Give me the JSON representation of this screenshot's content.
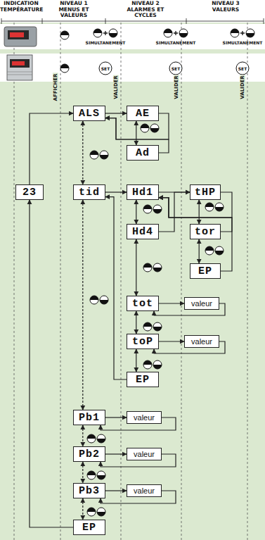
{
  "diagram": {
    "nodes": [
      {
        "text": [
          "23"
        ]
      },
      {
        "text": [
          "ALS"
        ]
      },
      {
        "text": [
          "AE"
        ]
      },
      {
        "text": [
          "Ad"
        ]
      },
      {
        "text": [
          "tid"
        ]
      },
      {
        "text": [
          "Hd1"
        ]
      },
      {
        "text": [
          "tHP"
        ]
      },
      {
        "text": [
          "tor"
        ]
      },
      {
        "text": [
          "EP"
        ]
      },
      {
        "text": [
          "Hd4"
        ]
      },
      {
        "text": [
          "tot"
        ]
      },
      {
        "text": [
          "valeur"
        ]
      },
      {
        "text": [
          "toP"
        ]
      },
      {
        "text": [
          "valeur"
        ]
      },
      {
        "text": [
          "EP"
        ]
      },
      {
        "text": [
          "Pb1"
        ]
      },
      {
        "text": [
          "valeur"
        ]
      },
      {
        "text": [
          "Pb2"
        ]
      },
      {
        "text": [
          "valeur"
        ]
      },
      {
        "text": [
          "Pb3"
        ]
      },
      {
        "text": [
          "valeur"
        ]
      },
      {
        "text": [
          "EP"
        ]
      }
    ],
    "edges": [
      {
        "from": 0,
        "to": 1,
        "arrow": "to"
      },
      {
        "from": 1,
        "to": 2,
        "arrow": "to"
      },
      {
        "from": 2,
        "to": 3,
        "arrow": "both"
      },
      {
        "from": 2,
        "to": 1,
        "arrow": "to"
      },
      {
        "from": 3,
        "to": 1,
        "arrow": "to"
      },
      {
        "from": 1,
        "to": 4,
        "arrow": "both"
      },
      {
        "from": 4,
        "to": 5,
        "arrow": "to"
      },
      {
        "from": 5,
        "to": 6,
        "arrow": "to"
      },
      {
        "from": 6,
        "to": 7,
        "arrow": "both"
      },
      {
        "from": 7,
        "to": 8,
        "arrow": "both"
      },
      {
        "from": 6,
        "to": 5,
        "arrow": "to"
      },
      {
        "from": 7,
        "to": 5,
        "arrow": "to"
      },
      {
        "from": 8,
        "to": 5,
        "arrow": "to"
      },
      {
        "from": 9,
        "to": 6,
        "arrow": "to"
      },
      {
        "from": 5,
        "to": 9,
        "arrow": "both"
      },
      {
        "from": 9,
        "to": 10,
        "arrow": "both"
      },
      {
        "from": 10,
        "to": 12,
        "arrow": "both"
      },
      {
        "from": 12,
        "to": 14,
        "arrow": "both"
      },
      {
        "from": 10,
        "to": 11,
        "arrow": "to"
      },
      {
        "from": 11,
        "to": 10,
        "arrow": "to"
      },
      {
        "from": 12,
        "to": 13,
        "arrow": "to"
      },
      {
        "from": 13,
        "to": 12,
        "arrow": "to"
      },
      {
        "from": 14,
        "to": 4,
        "arrow": "to"
      },
      {
        "from": 4,
        "to": 15,
        "arrow": "both"
      },
      {
        "from": 15,
        "to": 17,
        "arrow": "both"
      },
      {
        "from": 17,
        "to": 19,
        "arrow": "both"
      },
      {
        "from": 19,
        "to": 21,
        "arrow": "both"
      },
      {
        "from": 15,
        "to": 16,
        "arrow": "to"
      },
      {
        "from": 16,
        "to": 15,
        "arrow": "to"
      },
      {
        "from": 17,
        "to": 18,
        "arrow": "to"
      },
      {
        "from": 18,
        "to": 17,
        "arrow": "to"
      },
      {
        "from": 19,
        "to": 20,
        "arrow": "to"
      },
      {
        "from": 20,
        "to": 19,
        "arrow": "to"
      },
      {
        "from": 21,
        "to": 0,
        "arrow": "to"
      }
    ],
    "labels": [
      "INDICATION TEMPÉRATURE",
      "NIVEAU 1 MENUS ET VALEURS",
      "NIVEAU 2 ALARMES ET CYCLES",
      "NIVEAU 3 VALEURS",
      "SIMULTANEMENT",
      "SIMULTANEMENT",
      "SIMULTANEMENT",
      "SET",
      "SET",
      "SET",
      "AFFICHER",
      "VALIDER",
      "VALIDER",
      "VALIDER"
    ]
  }
}
